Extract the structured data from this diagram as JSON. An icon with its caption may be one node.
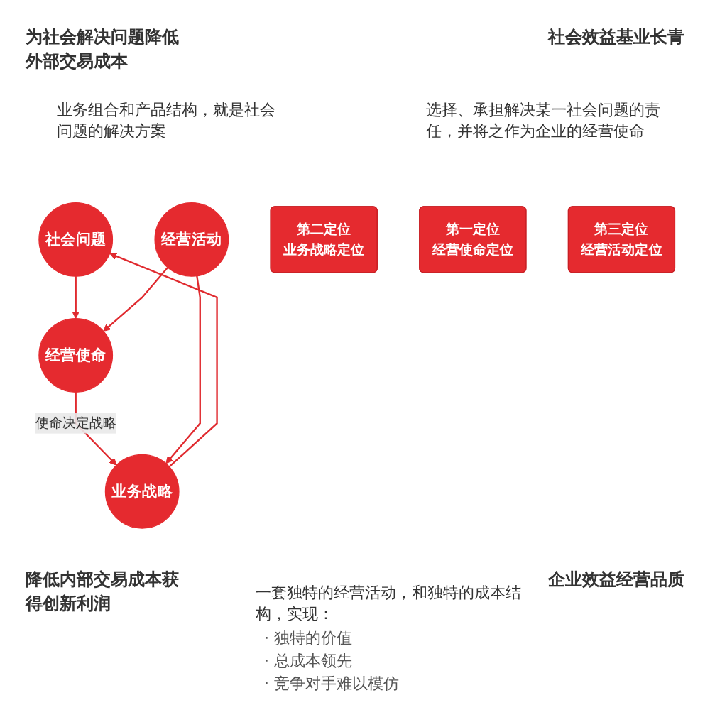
{
  "diagram": {
    "nodes": [
      {
        "text": [
          "社会问题"
        ]
      },
      {
        "text": [
          "业务战略"
        ]
      },
      {
        "text": [
          "经营使命"
        ]
      },
      {
        "text": [
          "经营活动"
        ]
      },
      {
        "text": [
          "第二定位",
          "业务战略定位"
        ]
      },
      {
        "text": [
          "第一定位",
          "经营使命定位"
        ]
      },
      {
        "text": [
          "第三定位",
          "经营活动定位"
        ]
      }
    ],
    "edges": [
      {
        "from": 1,
        "to": 0,
        "arrow": "to"
      },
      {
        "from": 0,
        "to": 2,
        "arrow": "to"
      },
      {
        "from": 2,
        "to": 1,
        "arrow": "to",
        "label": "使命决定战略"
      },
      {
        "from": 3,
        "to": 1,
        "arrow": "to"
      },
      {
        "from": 3,
        "to": 2,
        "arrow": "to"
      }
    ],
    "labels": [
      "为社会解决问题降低外部交易成本",
      "社会效益基业长青",
      "业务组合和产品结构，就是社会问题的解决方案",
      "选择、承担解决某一社会问题的责任，并将之作为企业的经营使命",
      "降低内部交易成本获得创新利润",
      "企业效益经营品质",
      "一套独特的经营活动，和独特的成本结构，实现：",
      "· 独特的价值",
      "· 总成本领先",
      "· 竞争对手难以模仿"
    ]
  }
}
